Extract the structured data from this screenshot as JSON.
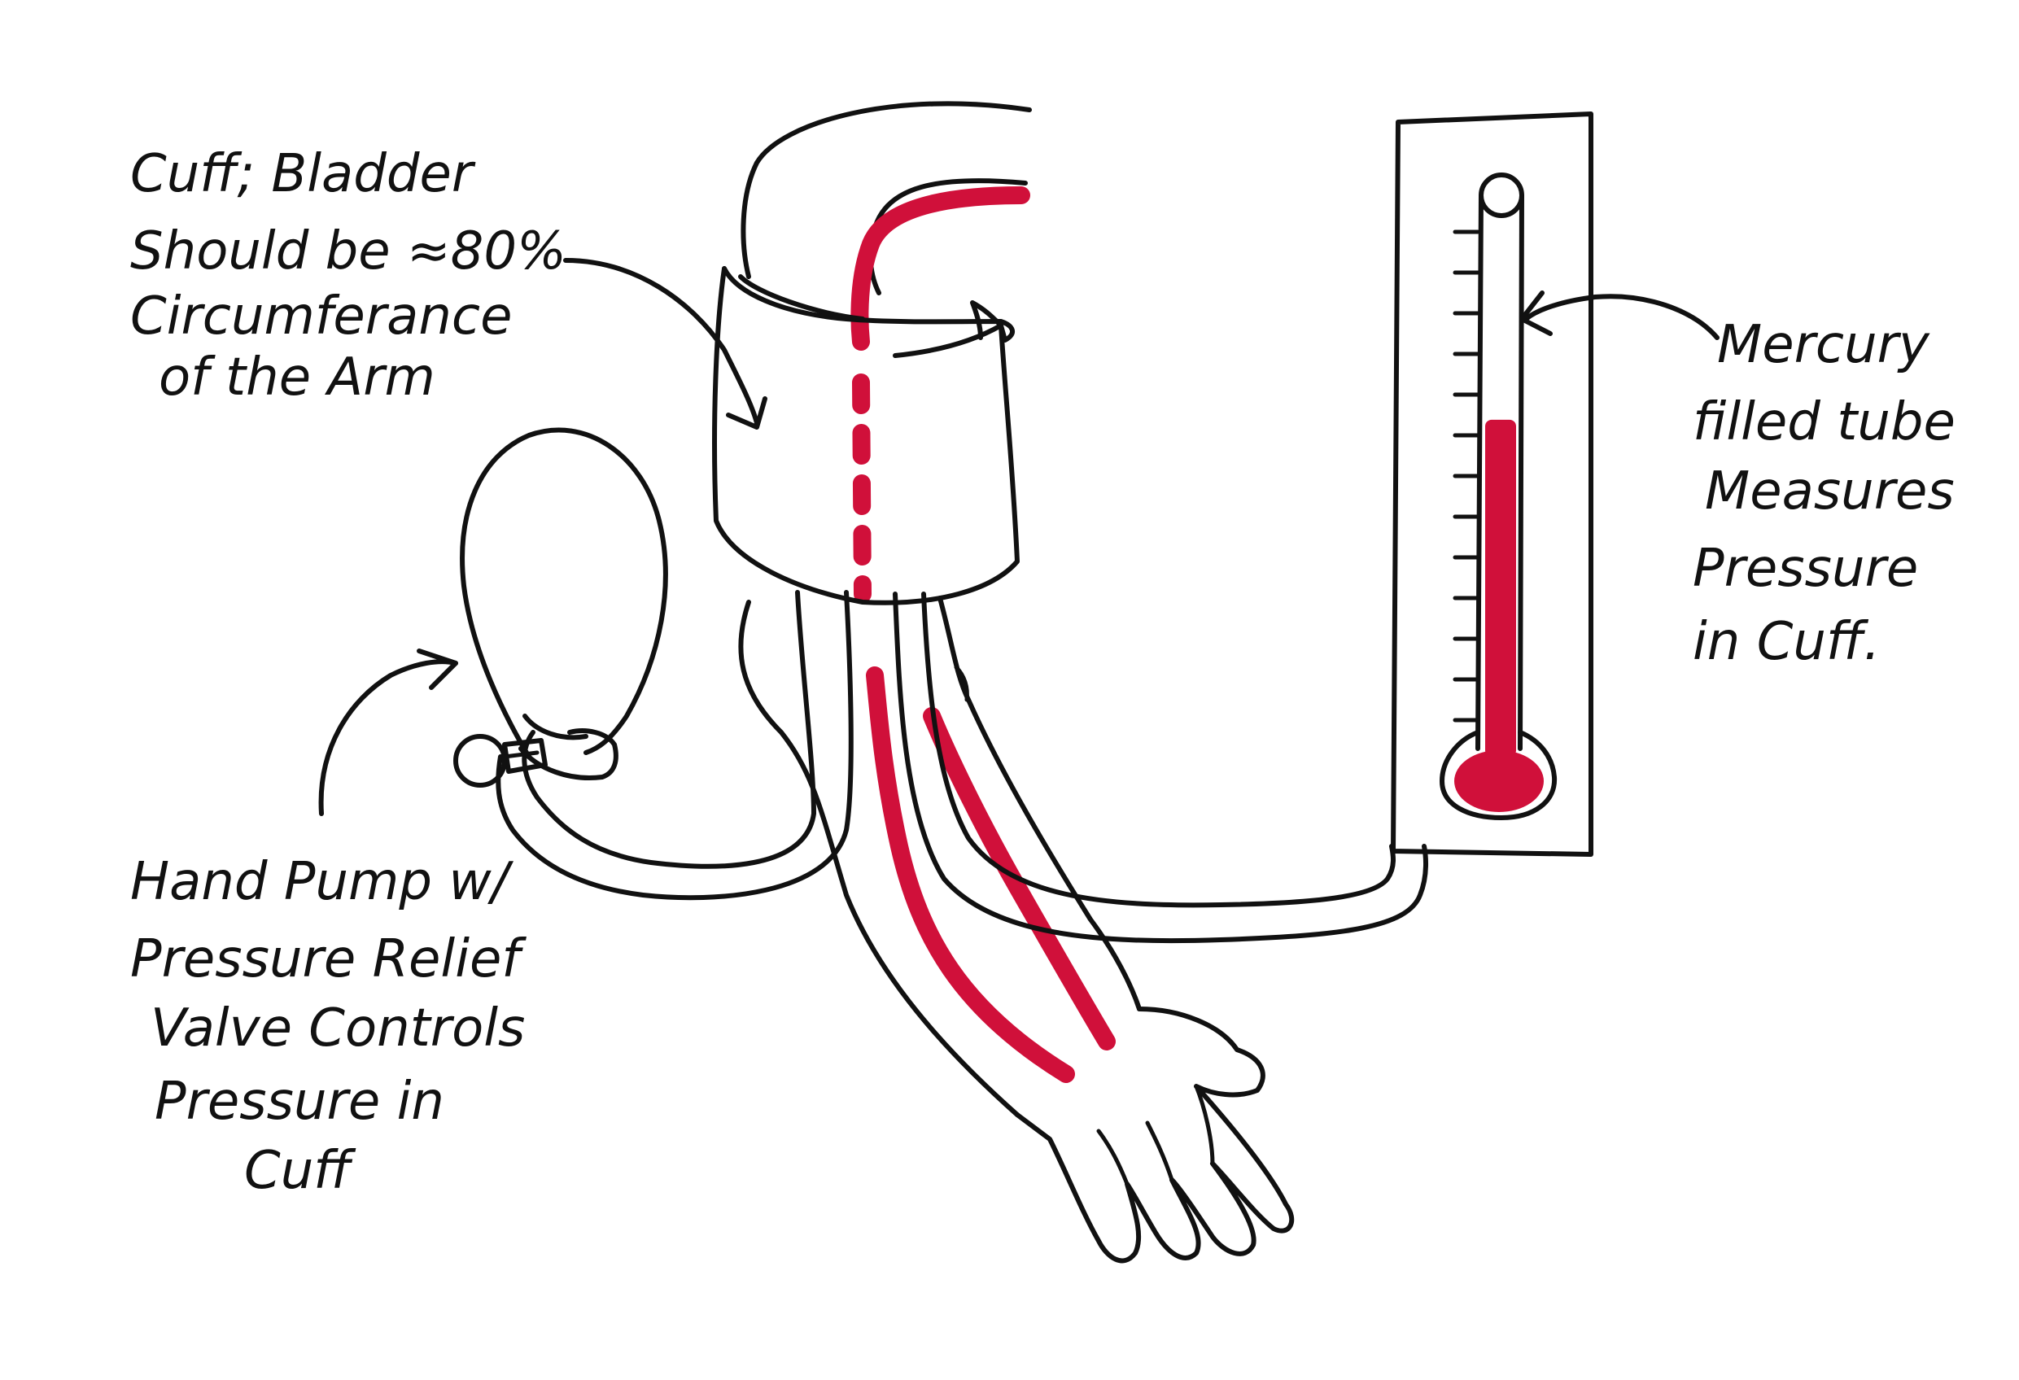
{
  "colors": {
    "ink": "#111111",
    "blood": "#d0103a",
    "paper": "#ffffff"
  },
  "labels": {
    "cuff": [
      "Cuff; Bladder",
      "Should be ≈80%",
      "Circumferance",
      "of the Arm"
    ],
    "pump": [
      "Hand Pump w/",
      "Pressure Relief",
      "Valve Controls",
      "Pressure in",
      "Cuff"
    ],
    "mercury": [
      "Mercury",
      "filled tube",
      "Measures",
      "Pressure",
      "in Cuff."
    ]
  },
  "mercury_level": 0.62
}
